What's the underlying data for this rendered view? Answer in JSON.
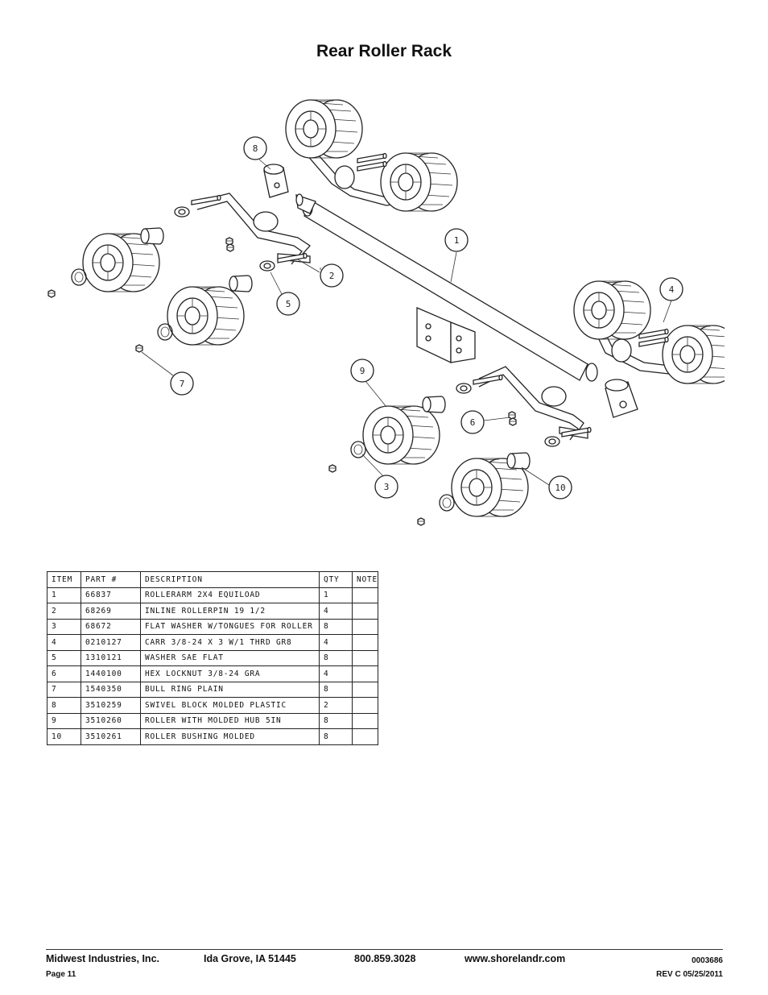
{
  "title": "Rear Roller Rack",
  "callouts": [
    "1",
    "2",
    "3",
    "4",
    "5",
    "6",
    "7",
    "8",
    "9",
    "10"
  ],
  "table": {
    "headers": [
      "ITEM",
      "PART #",
      "DESCRIPTION",
      "QTY",
      "NOTE"
    ],
    "rows": [
      [
        "1",
        "66837",
        "ROLLERARM 2X4 EQUILOAD",
        "1",
        ""
      ],
      [
        "2",
        "68269",
        "INLINE ROLLERPIN 19 1/2",
        "4",
        ""
      ],
      [
        "3",
        "68672",
        "FLAT WASHER W/TONGUES FOR ROLLER",
        "8",
        ""
      ],
      [
        "4",
        "0210127",
        "CARR 3/8-24 X 3 W/1 THRD GR8",
        "4",
        ""
      ],
      [
        "5",
        "1310121",
        "WASHER SAE FLAT",
        "8",
        ""
      ],
      [
        "6",
        "1440100",
        "HEX LOCKNUT 3/8-24 GRA",
        "4",
        ""
      ],
      [
        "7",
        "1540350",
        "BULL RING PLAIN",
        "8",
        ""
      ],
      [
        "8",
        "3510259",
        "SWIVEL BLOCK MOLDED PLASTIC",
        "2",
        ""
      ],
      [
        "9",
        "3510260",
        "ROLLER WITH MOLDED HUB 5IN",
        "8",
        ""
      ],
      [
        "10",
        "3510261",
        "ROLLER BUSHING MOLDED",
        "8",
        ""
      ]
    ]
  },
  "footer": {
    "company": "Midwest Industries, Inc.",
    "location": "Ida Grove, IA  51445",
    "phone": "800.859.3028",
    "website": "www.shorelandr.com",
    "doc_number": "0003686",
    "page": "Page 11",
    "revision": "REV C  05/25/2011"
  }
}
